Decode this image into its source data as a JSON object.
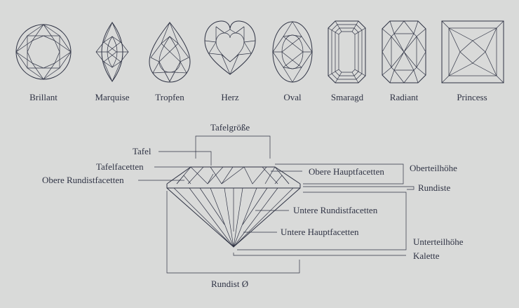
{
  "cuts": [
    {
      "key": "brilliant",
      "label": "Brillant"
    },
    {
      "key": "marquise",
      "label": "Marquise"
    },
    {
      "key": "pear",
      "label": "Tropfen"
    },
    {
      "key": "heart",
      "label": "Herz"
    },
    {
      "key": "oval",
      "label": "Oval"
    },
    {
      "key": "emerald",
      "label": "Smaragd"
    },
    {
      "key": "radiant",
      "label": "Radiant"
    },
    {
      "key": "princess",
      "label": "Princess"
    }
  ],
  "anatomy": {
    "table_size": "Tafelgröße",
    "table": "Tafel",
    "star_facets": "Tafelfacetten",
    "upper_girdle_facets": "Obere Rundistfacetten",
    "upper_main_facets": "Obere Hauptfacetten",
    "crown_height": "Oberteilhöhe",
    "girdle": "Rundiste",
    "lower_girdle_facets": "Untere Rundistfacetten",
    "lower_main_facets": "Untere Hauptfacetten",
    "pavilion_depth": "Unterteilhöhe",
    "culet": "Kalette",
    "girdle_diameter": "Rundist Ø"
  },
  "colors": {
    "background": "#d9dad9",
    "ink": "#2f3344"
  }
}
